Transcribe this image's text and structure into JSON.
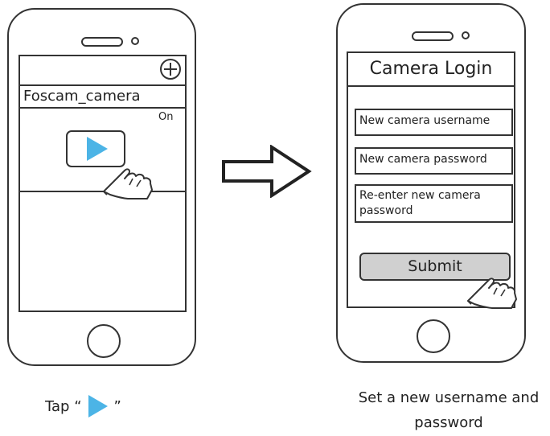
{
  "left_phone": {
    "camera_name": "Foscam_camera",
    "status": "On",
    "add_symbol": "+"
  },
  "right_phone": {
    "title": "Camera Login",
    "fields": [
      "New camera username",
      "New camera password",
      "Re-enter new camera password"
    ],
    "submit_label": "Submit"
  },
  "captions": {
    "left_prefix": "Tap “",
    "left_suffix": "”",
    "right": "Set a new username and password"
  },
  "colors": {
    "play_icon": "#4cb4e6",
    "submit_button": "#d0d0d0",
    "outline": "#333333"
  }
}
